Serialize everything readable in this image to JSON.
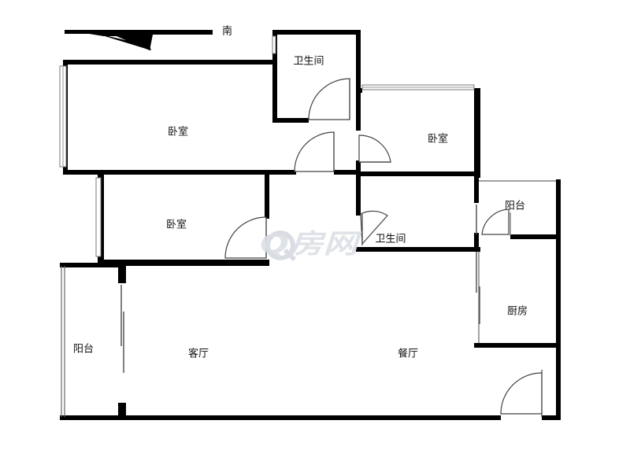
{
  "compass": {
    "label": "南"
  },
  "rooms": {
    "bathroom_top": "卫生间",
    "bedroom_master": "卧室",
    "bedroom_right": "卧室",
    "bedroom_middle": "卧室",
    "bathroom_middle": "卫生间",
    "balcony_right": "阳台",
    "kitchen": "厨房",
    "balcony_left": "阳台",
    "living_room": "客厅",
    "dining_room": "餐厅"
  },
  "watermark": {
    "text": "Q房网"
  },
  "colors": {
    "wall": "#000000",
    "window": "#777777",
    "watermark": "#d9dde3"
  }
}
